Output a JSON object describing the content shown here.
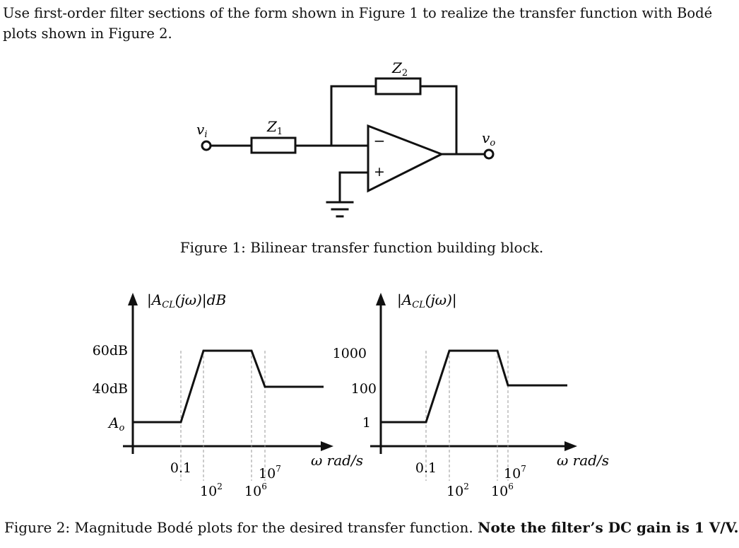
{
  "problem": {
    "text": "Use first-order filter sections of the form shown in Figure 1 to realize the transfer function with Bodé plots shown in Figure 2."
  },
  "figure1": {
    "caption": "Figure 1: Bilinear transfer function building block.",
    "labels": {
      "input": "v",
      "input_sub": "i",
      "output": "v",
      "output_sub": "o",
      "z1": "Z",
      "z1_sub": "1",
      "z2": "Z",
      "z2_sub": "2",
      "minus": "−",
      "plus": "+"
    }
  },
  "figure2": {
    "caption_plain": "Figure 2: Magnitude Bodé plots for the desired transfer function.",
    "caption_bold": "Note the filter’s DC gain is 1 V/V.",
    "x_axis_label": "ω rad/s",
    "x_ticks": [
      {
        "label": "0.1",
        "sup": ""
      },
      {
        "label": "10",
        "sup": "2"
      },
      {
        "label": "10",
        "sup": "6"
      },
      {
        "label": "10",
        "sup": "7"
      }
    ]
  },
  "chart_data": [
    {
      "type": "line",
      "ylabel_left": "|A",
      "ylabel_sub": "CL",
      "ylabel_right": "(jω)|dB",
      "y_ticks": [
        "60dB",
        "40dB",
        "A"
      ],
      "y_tick_sub": "o",
      "x_scale": "log",
      "series": [
        {
          "x": [
            0.001,
            0.1,
            100,
            1000000,
            10000000,
            1000000000
          ],
          "y": [
            "A_o",
            "A_o",
            "60dB",
            "60dB",
            "40dB",
            "40dB"
          ]
        }
      ]
    },
    {
      "type": "line",
      "ylabel_left": "|A",
      "ylabel_sub": "CL",
      "ylabel_right": "(jω)|",
      "y_ticks": [
        "1000",
        "100",
        "1"
      ],
      "x_scale": "log",
      "series": [
        {
          "x": [
            0.001,
            0.1,
            100,
            1000000,
            10000000,
            1000000000
          ],
          "y": [
            1,
            1,
            1000,
            1000,
            100,
            100
          ]
        }
      ]
    }
  ]
}
